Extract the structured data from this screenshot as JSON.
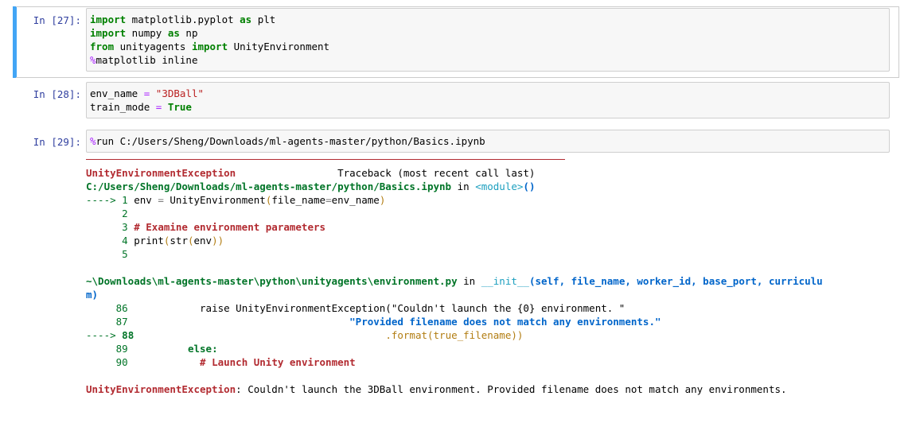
{
  "cells": [
    {
      "prompt": "In [27]:",
      "lines": [
        [
          "import",
          " matplotlib.pyplot ",
          "as",
          " plt"
        ],
        [
          "import",
          " numpy ",
          "as",
          " np"
        ],
        [
          "from",
          " unityagents ",
          "import",
          " UnityEnvironment"
        ],
        [
          "%",
          "matplotlib inline"
        ]
      ]
    },
    {
      "prompt": "In [28]:",
      "line1": {
        "a": "env_name ",
        "eq": "=",
        "b": " ",
        "str": "\"3DBall\""
      },
      "line2": {
        "a": "train_mode ",
        "eq": "=",
        "b": " ",
        "kw": "True"
      }
    },
    {
      "prompt": "In [29]:",
      "line": "run C:/Users/Sheng/Downloads/ml-agents-master/python/Basics.ipynb"
    }
  ],
  "output": {
    "exc_name": "UnityEnvironmentException",
    "traceback_label": "Traceback (most recent call last)",
    "file1": "C:/Users/Sheng/Downloads/ml-agents-master/python/Basics.ipynb",
    "in_word": "in",
    "module": "<module>",
    "module_paren": "()",
    "arrow": "---->",
    "f1_lines": [
      {
        "n": "1",
        "code": "env = UnityEnvironment(file_name=env_name)"
      },
      {
        "n": "2",
        "code": ""
      },
      {
        "n": "3",
        "code": "# Examine environment parameters"
      },
      {
        "n": "4",
        "code": "print(str(env))"
      },
      {
        "n": "5",
        "code": ""
      }
    ],
    "file2": "~\\Downloads\\ml-agents-master\\python\\unityagents\\environment.py",
    "func2": "__init__",
    "args2": "(self, file_name, worker_id, base_port, curriculu",
    "args2_wrap": "m)",
    "f2_lines": [
      {
        "n": "86",
        "code": "raise UnityEnvironmentException(\"Couldn't launch the {0} environment. \""
      },
      {
        "n": "87",
        "code": "\"Provided filename does not match any environments.\""
      },
      {
        "n": "88",
        "code": ".format(true_filename))"
      },
      {
        "n": "89",
        "code": "else:"
      },
      {
        "n": "90",
        "code": "# Launch Unity environment"
      }
    ],
    "final_msg": ": Couldn't launch the 3DBall environment. Provided filename does not match any environments."
  }
}
